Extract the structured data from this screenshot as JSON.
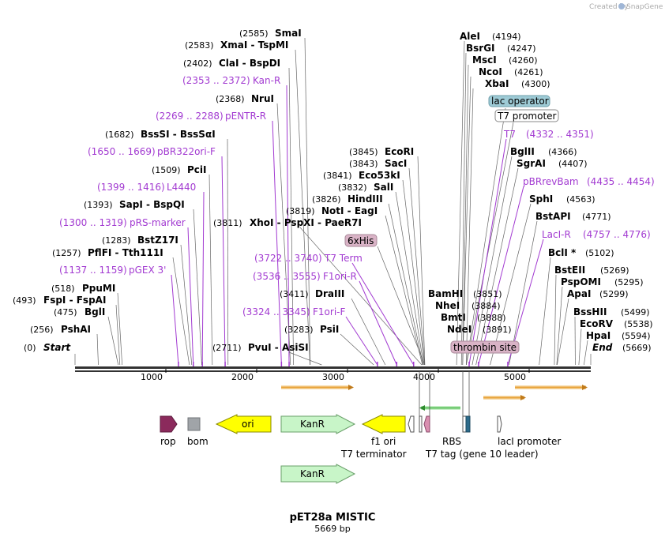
{
  "credit": {
    "created_by": "Created by",
    "brand": "SnapGene"
  },
  "map": {
    "name": "pET28a MISTIC",
    "length_label": "5669 bp",
    "total_bp": 5669
  },
  "axis_ticks": [
    1000,
    2000,
    3000,
    4000,
    5000
  ],
  "enzymes_left": [
    {
      "name": "SmaI",
      "pos": "(2585)"
    },
    {
      "name": "XmaI - TspMI",
      "pos": "(2583)"
    },
    {
      "name": "ClaI - BspDI",
      "pos": "(2402)"
    },
    {
      "name": "NruI",
      "pos": "(2368)"
    },
    {
      "name": "BssSI - BssSαI",
      "pos": "(1682)"
    },
    {
      "name": "PciI",
      "pos": "(1509)"
    },
    {
      "name": "SapI - BspQI",
      "pos": "(1393)"
    },
    {
      "name": "BstZ17I",
      "pos": "(1283)"
    },
    {
      "name": "PflFI - Tth111I",
      "pos": "(1257)"
    },
    {
      "name": "PpuMI",
      "pos": "(518)"
    },
    {
      "name": "FspI - FspAI",
      "pos": "(493)"
    },
    {
      "name": "BglI",
      "pos": "(475)"
    },
    {
      "name": "PshAI",
      "pos": "(256)"
    },
    {
      "name": "Start",
      "pos": "(0)"
    },
    {
      "name": "XhoI - PspXI - PaeR7I",
      "pos": "(3811)"
    },
    {
      "name": "PvuI - AsiSI",
      "pos": "(2711)"
    }
  ],
  "enzymes_mid": [
    {
      "name": "EcoRI",
      "pos": "(3845)"
    },
    {
      "name": "SacI",
      "pos": "(3843)"
    },
    {
      "name": "Eco53kI",
      "pos": "(3841)"
    },
    {
      "name": "SalI",
      "pos": "(3832)"
    },
    {
      "name": "HindIII",
      "pos": "(3826)"
    },
    {
      "name": "NotI - EagI",
      "pos": "(3819)"
    },
    {
      "name": "DraIII",
      "pos": "(3411)"
    },
    {
      "name": "PsiI",
      "pos": "(3283)"
    },
    {
      "name": "BamHI",
      "pos": "(3851)"
    },
    {
      "name": "NheI",
      "pos": "(3884)"
    },
    {
      "name": "BmtI",
      "pos": "(3888)"
    },
    {
      "name": "NdeI",
      "pos": "(3891)"
    }
  ],
  "enzymes_right": [
    {
      "name": "AleI",
      "pos": "(4194)"
    },
    {
      "name": "BsrGI",
      "pos": "(4247)"
    },
    {
      "name": "MscI",
      "pos": "(4260)"
    },
    {
      "name": "NcoI",
      "pos": "(4261)"
    },
    {
      "name": "XbaI",
      "pos": "(4300)"
    },
    {
      "name": "BglII",
      "pos": "(4366)"
    },
    {
      "name": "SgrAI",
      "pos": "(4407)"
    },
    {
      "name": "SphI",
      "pos": "(4563)"
    },
    {
      "name": "BstAPI",
      "pos": "(4771)"
    },
    {
      "name": "BclI *",
      "pos": "(5102)"
    },
    {
      "name": "BstEII",
      "pos": "(5269)"
    },
    {
      "name": "PspOMI",
      "pos": "(5295)"
    },
    {
      "name": "ApaI",
      "pos": "(5299)"
    },
    {
      "name": "BssHII",
      "pos": "(5499)"
    },
    {
      "name": "EcoRV",
      "pos": "(5538)"
    },
    {
      "name": "HpaI",
      "pos": "(5594)"
    },
    {
      "name": "End",
      "pos": "(5669)"
    }
  ],
  "primers": [
    {
      "name": "Kan-R",
      "range": "(2353 .. 2372)"
    },
    {
      "name": "pENTR-R",
      "range": "(2269 .. 2288)"
    },
    {
      "name": "pBR322ori-F",
      "range": "(1650 .. 1669)"
    },
    {
      "name": "L4440",
      "range": "(1399 .. 1416)"
    },
    {
      "name": "pRS-marker",
      "range": "(1300 .. 1319)"
    },
    {
      "name": "pGEX 3'",
      "range": "(1137 .. 1159)"
    },
    {
      "name": "T7 Term",
      "range": "(3722 .. 3740)"
    },
    {
      "name": "F1ori-R",
      "range": "(3536 .. 3555)"
    },
    {
      "name": "F1ori-F",
      "range": "(3324 .. 3345)"
    },
    {
      "name": "T7",
      "range": "(4332 .. 4351)"
    },
    {
      "name": "pBRrevBam",
      "range": "(4435 .. 4454)"
    },
    {
      "name": "LacI-R",
      "range": "(4757 .. 4776)"
    }
  ],
  "boxed_features": [
    {
      "name": "lac operator",
      "color": "#9ecbd6"
    },
    {
      "name": "T7 promoter",
      "color": "#ffffff"
    },
    {
      "name": "6xHis",
      "color": "#d9b3c6"
    },
    {
      "name": "thrombin site",
      "color": "#d9b3c6"
    }
  ],
  "features": [
    {
      "name": "rop",
      "color": "#8b2a5c"
    },
    {
      "name": "bom",
      "color": "#a0a4a8"
    },
    {
      "name": "ori",
      "color": "#ffff00"
    },
    {
      "name": "KanR",
      "color": "#c8f5c8"
    },
    {
      "name": "KanR",
      "color": "#c8f5c8"
    },
    {
      "name": "f1 ori",
      "color": "#ffff00"
    },
    {
      "name": "T7 terminator",
      "color": "#ffffff"
    },
    {
      "name": "RBS",
      "color": "#ffffff"
    },
    {
      "name": "T7 tag (gene 10 leader)",
      "color": "#d98fb0"
    },
    {
      "name": "lacI promoter",
      "color": "#ffffff"
    }
  ],
  "colors": {
    "primer": "#a23ad1",
    "orf": "#e8a33a",
    "green_orf": "#6ad06a",
    "backbone": "#333333"
  }
}
